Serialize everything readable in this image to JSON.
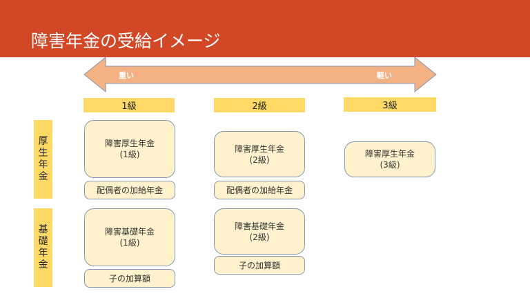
{
  "header": {
    "title": "障害年金の受給イメージ",
    "color": "#d24726"
  },
  "severity_arrow": {
    "left_label": "重い",
    "right_label": "軽い",
    "color": "#f4b183"
  },
  "grades": [
    {
      "label": "1級"
    },
    {
      "label": "2級"
    },
    {
      "label": "3級"
    }
  ],
  "rows": [
    {
      "label_chars": [
        "厚",
        "生",
        "年",
        "金"
      ]
    },
    {
      "label_chars": [
        "基",
        "礎",
        "年",
        "金"
      ]
    }
  ],
  "boxes": {
    "kosei_1": {
      "line1": "障害厚生年金",
      "line2": "(1級)"
    },
    "kosei_2": {
      "line1": "障害厚生年金",
      "line2": "(2級)"
    },
    "kosei_3": {
      "line1": "障害厚生年金",
      "line2": "(3級)"
    },
    "spouse_1": {
      "label": "配偶者の加給年金"
    },
    "spouse_2": {
      "label": "配偶者の加給年金"
    },
    "kiso_1": {
      "line1": "障害基礎年金",
      "line2": "(1級)"
    },
    "kiso_2": {
      "line1": "障害基礎年金",
      "line2": "(2級)"
    },
    "child_1": {
      "label": "子の加算額"
    },
    "child_2": {
      "label": "子の加算額"
    }
  },
  "colors": {
    "label_fill": "#ffd966",
    "box_fill": "#fff2cc",
    "box_border": "#8497b0"
  }
}
